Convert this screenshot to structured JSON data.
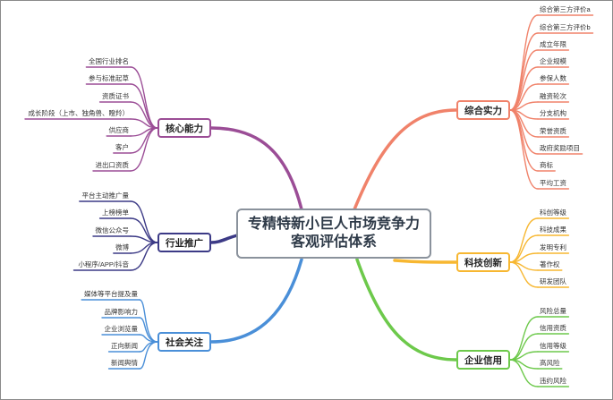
{
  "center": {
    "line1": "专精特新小巨人市场竞争力",
    "line2": "客观评估体系"
  },
  "branches": [
    {
      "label": "综合实力",
      "color": "#f0826a",
      "items": [
        "综合第三方评价a",
        "综合第三方评价b",
        "成立年限",
        "企业规模",
        "参保人数",
        "融资轮次",
        "分支机构",
        "荣誉资质",
        "政府奖励项目",
        "商标",
        "平均工资"
      ]
    },
    {
      "label": "科技创新",
      "color": "#f7b731",
      "items": [
        "科创等级",
        "科技成果",
        "发明专利",
        "著作权",
        "研发团队"
      ]
    },
    {
      "label": "企业信用",
      "color": "#6dc94b",
      "items": [
        "风险总量",
        "信用资质",
        "信用等级",
        "高风险",
        "违约风险"
      ]
    },
    {
      "label": "核心能力",
      "color": "#9b4d96",
      "items": [
        "全国行业排名",
        "参与标准起草",
        "资质证书",
        "成长阶段（上市、独角兽、瞪羚）",
        "供应商",
        "客户",
        "进出口资质"
      ]
    },
    {
      "label": "行业推广",
      "color": "#3c3a86",
      "items": [
        "平台主动推广量",
        "上榜榜单",
        "微信公众号",
        "微博",
        "小程序/APP/抖音"
      ]
    },
    {
      "label": "社会关注",
      "color": "#4a8fd8",
      "items": [
        "媒体等平台提及量",
        "品牌影响力",
        "企业浏览量",
        "正向新闻",
        "新闻舆情"
      ]
    }
  ]
}
